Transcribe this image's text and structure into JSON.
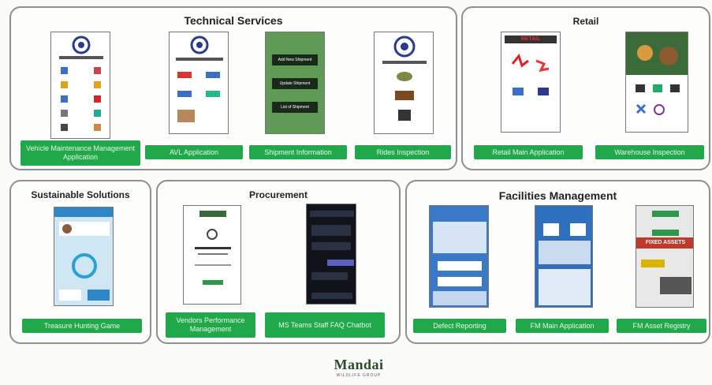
{
  "sections": {
    "technical": {
      "title": "Technical Services",
      "buttons": [
        "Vehicle Maintenance Management Application",
        "AVL Application",
        "Shipment Information",
        "Rides Inspection"
      ]
    },
    "retail": {
      "title": "Retail",
      "buttons": [
        "Retail Main Application",
        "Warehouse Inspection"
      ]
    },
    "sustainable": {
      "title": "Sustainable Solutions",
      "buttons": [
        "Treasure Hunting Game"
      ]
    },
    "procurement": {
      "title": "Procurement",
      "buttons": [
        "Vendors Performance Management",
        "MS Teams Staff FAQ Chatbot"
      ]
    },
    "facilities": {
      "title": "Facilities Management",
      "buttons": [
        "Defect Reporting",
        "FM Main Application",
        "FM Asset Registry"
      ]
    }
  },
  "screens": {
    "shipment": [
      "Add New Shipment",
      "Update Shipment",
      "List of Shipment"
    ],
    "retail_banner": "RETAIL",
    "fm_banner": "FIXED ASSETS"
  },
  "footer": {
    "brand": "Mandai",
    "sub": "WILDLIFE GROUP"
  },
  "colors": {
    "accent": "#21a84a",
    "border": "#8f8f8f"
  }
}
